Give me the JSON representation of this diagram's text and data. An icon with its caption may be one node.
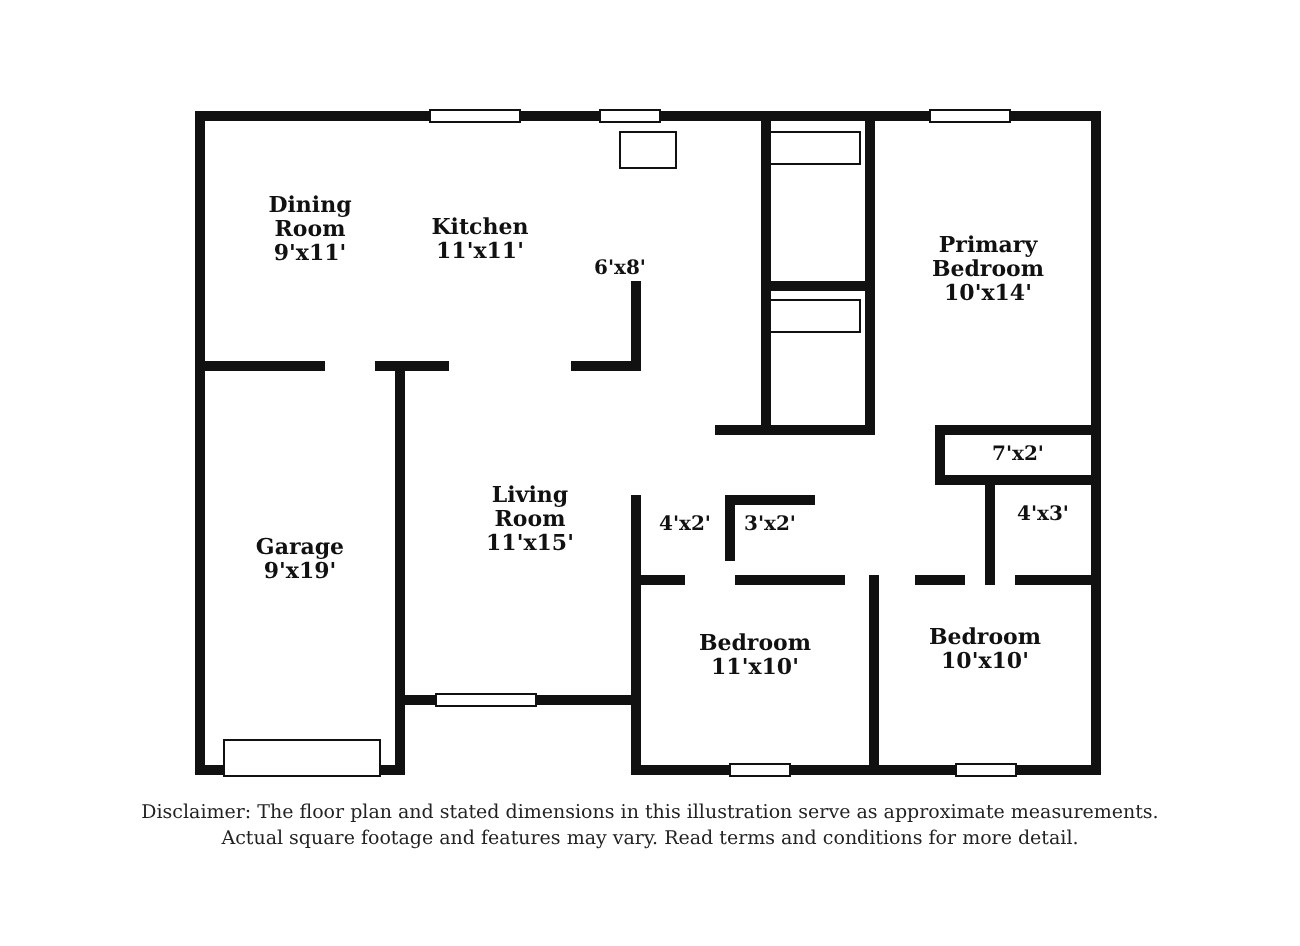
{
  "diagram": {
    "caption": "Disclaimer: The floor plan and stated dimensions in this illustration serve as approximate measurements. Actual square footage and features may vary. Read terms and conditions for more detail.",
    "nodes": [
      {
        "text": [
          "Dining Room",
          "9'x11'"
        ]
      },
      {
        "text": [
          "Kitchen",
          "11'x11'"
        ]
      },
      {
        "text": [
          "6'x8'"
        ]
      },
      {
        "text": [
          "Primary Bedroom",
          "10'x14'"
        ]
      },
      {
        "text": [
          "7'x2'"
        ]
      },
      {
        "text": [
          "Living Room",
          "11'x15'"
        ]
      },
      {
        "text": [
          "4'x2'"
        ]
      },
      {
        "text": [
          "3'x2'"
        ]
      },
      {
        "text": [
          "4'x3'"
        ]
      },
      {
        "text": [
          "Garage",
          "9'x19'"
        ]
      },
      {
        "text": [
          "Bedroom",
          "11'x10'"
        ]
      },
      {
        "text": [
          "Bedroom",
          "10'x10'"
        ]
      }
    ]
  }
}
